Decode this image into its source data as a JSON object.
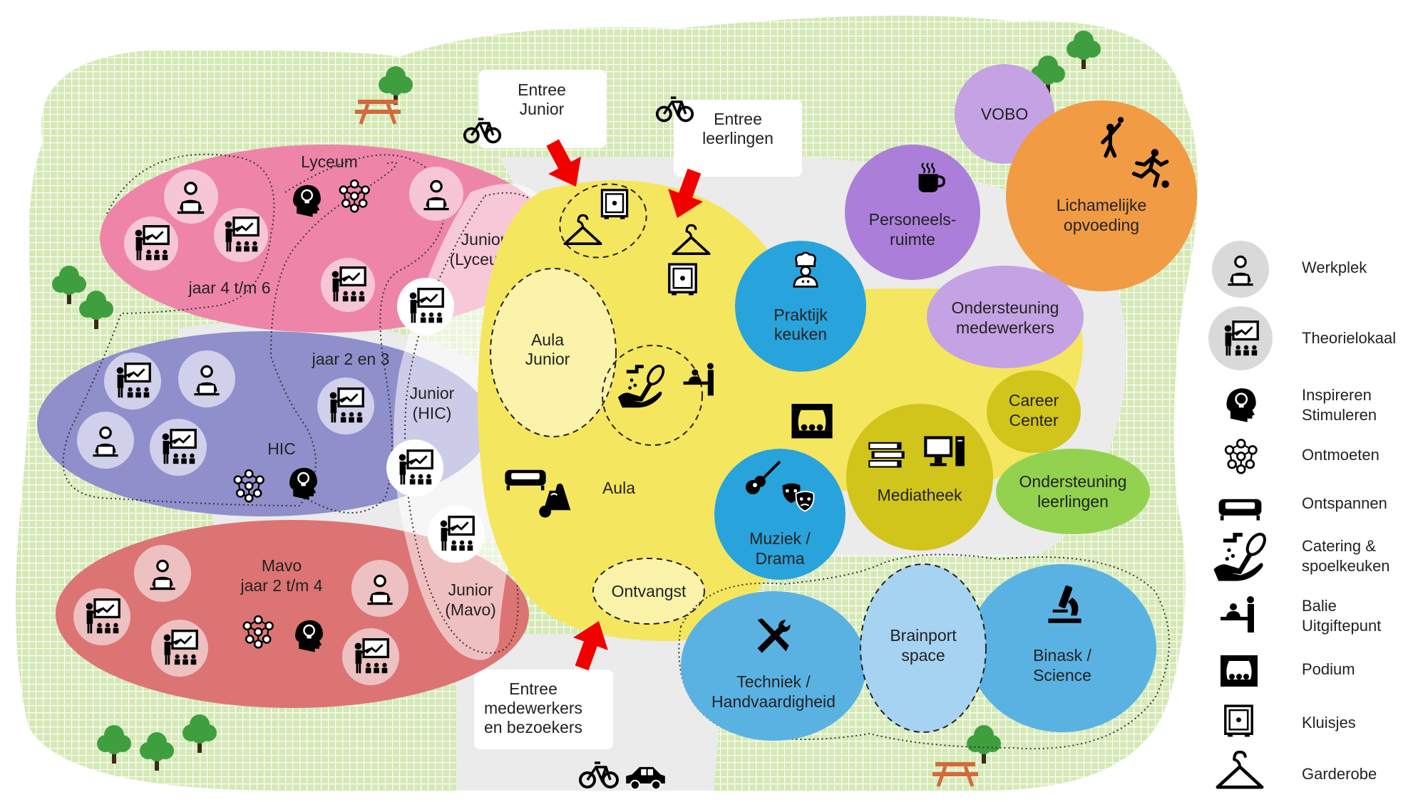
{
  "entrances": {
    "junior": [
      "Entree",
      "Junior"
    ],
    "students": [
      "Entree",
      "leerlingen"
    ],
    "staff": [
      "Entree",
      "medewerkers",
      "en bezoekers"
    ]
  },
  "zones": {
    "lyceum": "Lyceum",
    "lyceum_years": "jaar 4 t/m 6",
    "junior_lyceum": [
      "Junior",
      "(Lyceum)"
    ],
    "hic": "HIC",
    "hic_years": "jaar 2 en 3",
    "junior_hic": [
      "Junior",
      "(HIC)"
    ],
    "mavo": [
      "Mavo",
      "jaar 2 t/m 4"
    ],
    "junior_mavo": [
      "Junior",
      "(Mavo)"
    ],
    "aula_junior": [
      "Aula",
      "Junior"
    ],
    "aula": "Aula",
    "ontvangst": "Ontvangst",
    "vobo": "VOBO",
    "personeelsruimte": [
      "Personeels-",
      "ruimte"
    ],
    "lichamelijke_opvoeding": [
      "Lichamelijke",
      "opvoeding"
    ],
    "praktijkkeuken": [
      "Praktijk",
      "keuken"
    ],
    "ondersteuning_medewerkers": [
      "Ondersteuning",
      "medewerkers"
    ],
    "career_center": [
      "Career",
      "Center"
    ],
    "mediatheek": "Mediatheek",
    "ondersteuning_leerlingen": [
      "Ondersteuning",
      "leerlingen"
    ],
    "muziek_drama": [
      "Muziek /",
      "Drama"
    ],
    "techniek": [
      "Techniek /",
      "Handvaardigheid"
    ],
    "brainport": [
      "Brainport",
      "space"
    ],
    "binask": [
      "Binask /",
      "Science"
    ]
  },
  "legend": [
    {
      "icon": "werkplek-icon",
      "label": [
        "Werkplek"
      ]
    },
    {
      "icon": "theorielokaal-icon",
      "label": [
        "Theorielokaal"
      ]
    },
    {
      "icon": "inspire-head-icon",
      "label": [
        "Inspireren",
        "Stimuleren"
      ]
    },
    {
      "icon": "network-icon",
      "label": [
        "Ontmoeten"
      ]
    },
    {
      "icon": "sofa-icon",
      "label": [
        "Ontspannen"
      ]
    },
    {
      "icon": "catering-icon",
      "label": [
        "Catering &",
        "spoelkeuken"
      ]
    },
    {
      "icon": "balie-icon",
      "label": [
        "Balie",
        "Uitgiftepunt"
      ]
    },
    {
      "icon": "podium-icon",
      "label": [
        "Podium"
      ]
    },
    {
      "icon": "locker-icon",
      "label": [
        "Kluisjes"
      ]
    },
    {
      "icon": "hanger-icon",
      "label": [
        "Garderobe"
      ]
    }
  ],
  "colors": {
    "grass": "#d4e9b4",
    "grass_line": "#ffffff",
    "path": "#ebebeb",
    "lyceum": "#ee85a8",
    "lyceum_light": "#f6c6d6",
    "hic": "#8f8fcc",
    "hic_light": "#d0d0ea",
    "mavo": "#dc7474",
    "mavo_light": "#edc1c1",
    "aula": "#f5e65f",
    "aula_light": "#faf3a9",
    "blue": "#29a3dc",
    "light_blue": "#5ab2e3",
    "brainport": "#a6d3f1",
    "purple": "#ab7fd9",
    "lilac": "#c5a2e4",
    "orange": "#f19b45",
    "olive": "#d1c51c",
    "green": "#93d24f",
    "arrow": "#f20000",
    "tree": "#3f9f3f",
    "bench": "#d36a3c"
  }
}
